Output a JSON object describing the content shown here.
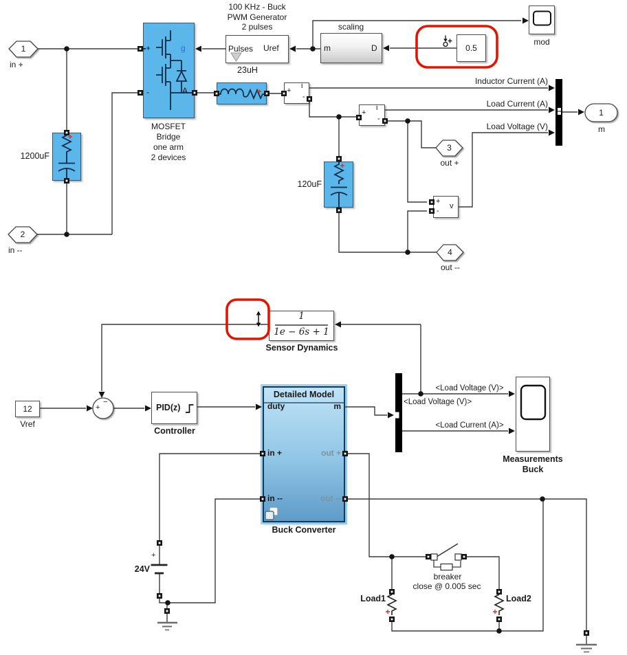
{
  "top": {
    "port_in_plus": {
      "num": "1",
      "label": "in +"
    },
    "port_in_minus": {
      "num": "2",
      "label": "in --"
    },
    "port_out_plus": {
      "num": "3",
      "label": "out +"
    },
    "port_out_minus": {
      "num": "4",
      "label": "out --"
    },
    "outport_m": {
      "num": "1",
      "label": "m"
    },
    "mosfet": {
      "plus": "+",
      "minus": "-",
      "gate": "g",
      "a": "A",
      "label": [
        "MOSFET",
        "Bridge",
        "one arm",
        "2 devices"
      ]
    },
    "pwm": {
      "label": [
        "100 KHz - Buck",
        "PWM Generator",
        "2 pulses"
      ],
      "pulses": "Pulses",
      "uref": "Uref"
    },
    "scaling": {
      "label": "scaling",
      "m": "m",
      "d": "D"
    },
    "constant_duty": {
      "value": "0.5"
    },
    "scope_mod": {
      "label": "mod"
    },
    "cap_1200": {
      "label": "1200uF"
    },
    "cap_120": {
      "label": "120uF"
    },
    "inductor": {
      "label": "23uH"
    },
    "imeas": {
      "plus": "+",
      "i": "i",
      "minus": "-"
    },
    "vmeas": {
      "plus": "+",
      "minus": "-",
      "v": "v"
    },
    "signals": {
      "inductor_current": "Inductor Current (A)",
      "load_current": "Load Current (A)",
      "load_voltage": "Load Voltage (V)"
    }
  },
  "bottom": {
    "vref": {
      "value": "12",
      "label": "Vref"
    },
    "sum": {
      "plus": "+",
      "minus": "−"
    },
    "pid": {
      "text": "PID(z)",
      "label": "Controller"
    },
    "sensor": {
      "numerator": "1",
      "denominator": "1e − 6s + 1",
      "label": "Sensor Dynamics"
    },
    "buck": {
      "title": "Detailed Model",
      "duty": "duty",
      "m": "m",
      "in_plus": "in +",
      "out_plus": "out +",
      "in_minus": "in --",
      "out_minus": "out --",
      "label": "Buck Converter"
    },
    "scope_meas": {
      "label": [
        "Measurements",
        "Buck"
      ]
    },
    "signals": {
      "load_voltage": "<Load Voltage (V)>",
      "load_voltage_branch": "<Load Voltage (V)>",
      "load_current": "<Load Current (A)>"
    },
    "battery": {
      "label": "24V",
      "plus": "+"
    },
    "breaker": {
      "line1": "breaker",
      "line2": "close @ 0.005 sec"
    },
    "load1": "Load1",
    "load2": "Load2"
  },
  "icons": {
    "variant_badge": "subsystem-variant-icon",
    "log_badge": "signal-annotation-icon",
    "updown_arrow": "resize-arrow-icon",
    "pulse_triangle": "pulse-port-icon",
    "scope_screen": "scope-screen-icon"
  },
  "colors": {
    "block_blue": "#5bb6e9",
    "highlight_red": "#e51400",
    "wire": "#3a3a3a",
    "buck_top": "#bfe3f6",
    "buck_bottom": "#5e9bc9"
  }
}
